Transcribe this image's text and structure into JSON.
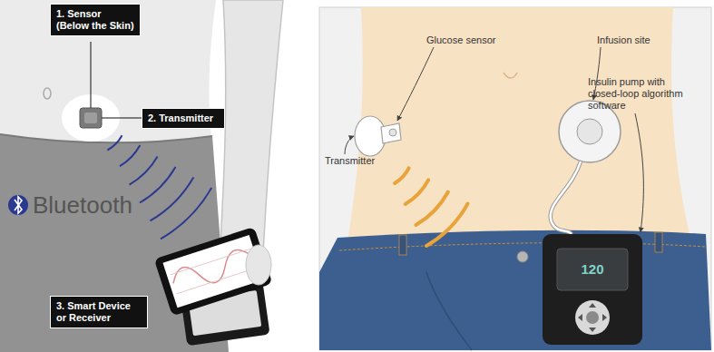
{
  "diagram": {
    "nodes": [
      {
        "text": [
          "1. Sensor (Below the Skin)"
        ]
      },
      {
        "text": [
          "2. Transmitter"
        ]
      },
      {
        "text": [
          "3. Smart Device or Receiver"
        ]
      }
    ],
    "labels": [
      "Bluetooth",
      "Glucose sensor",
      "Transmitter",
      "Infusion site",
      "Insulin pump with closed-loop algorithm software",
      "120"
    ]
  }
}
